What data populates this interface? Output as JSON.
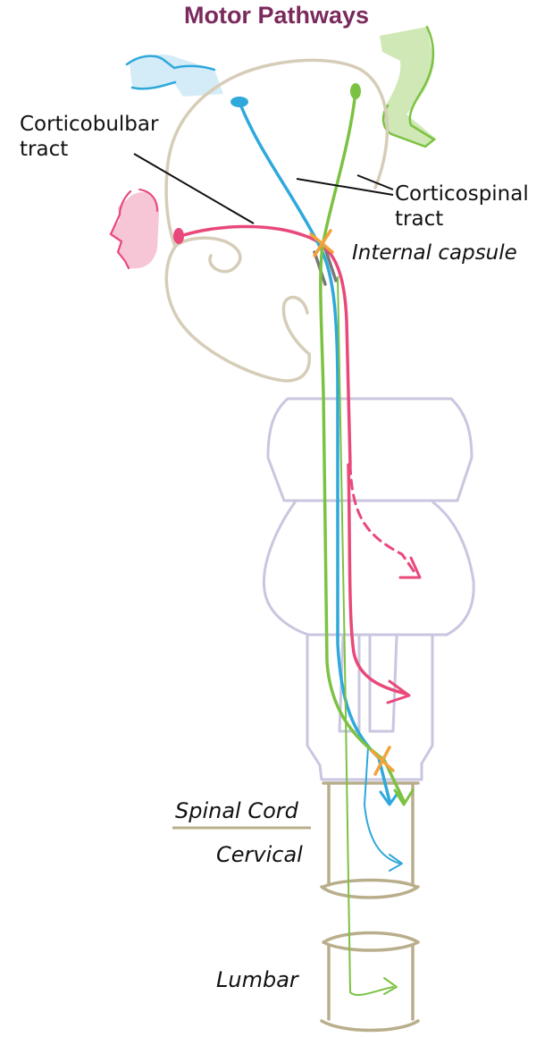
{
  "title": "Motor Pathways",
  "labels": {
    "corticobulbar_line1": "Corticobulbar",
    "corticobulbar_line2": "tract",
    "corticospinal_line1": "Corticospinal",
    "corticospinal_line2": "tract",
    "internal_capsule": "Internal capsule",
    "spinal_cord": "Spinal Cord",
    "cervical": "Cervical",
    "lumbar": "Lumbar"
  },
  "icons": [
    "arm-icon",
    "leg-icon",
    "face-icon",
    "decussation-cross-icon"
  ],
  "colors": {
    "title": "#7a2a5c",
    "corticobulbar": "#e8487a",
    "corticospinal_arm": "#2fa8dc",
    "corticospinal_leg": "#7cc242",
    "brain_outline": "#d6cdb8",
    "brainstem_outline": "#c9c6e0",
    "spinal_cord_outline": "#b9ae8c",
    "decussation": "#f2a33a",
    "internal_capsule": "#777777",
    "face_fill": "#f7c6d6",
    "arm_fill": "#d4ecf7",
    "leg_fill": "#cfe8b5"
  }
}
